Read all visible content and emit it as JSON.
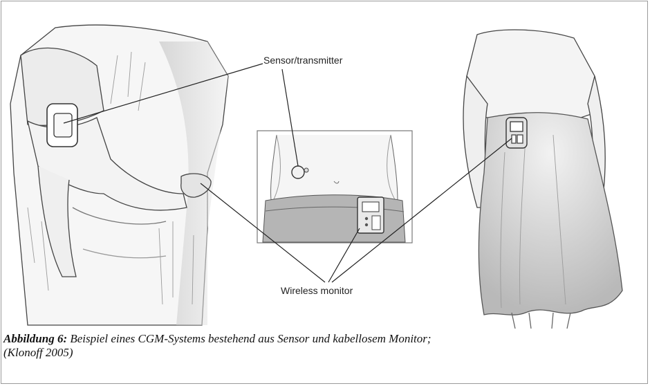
{
  "callouts": {
    "sensor": "Sensor/transmitter",
    "monitor": "Wireless monitor"
  },
  "caption": {
    "label": "Abbildung 6:",
    "text": " Beispiel eines CGM-Systems bestehend aus Sensor und kabellosem Monitor;",
    "line2": "(Klonoff 2005)"
  },
  "colors": {
    "ink": "#333333",
    "shade": "#8a8a8a",
    "frame": "#9a9a9a"
  }
}
